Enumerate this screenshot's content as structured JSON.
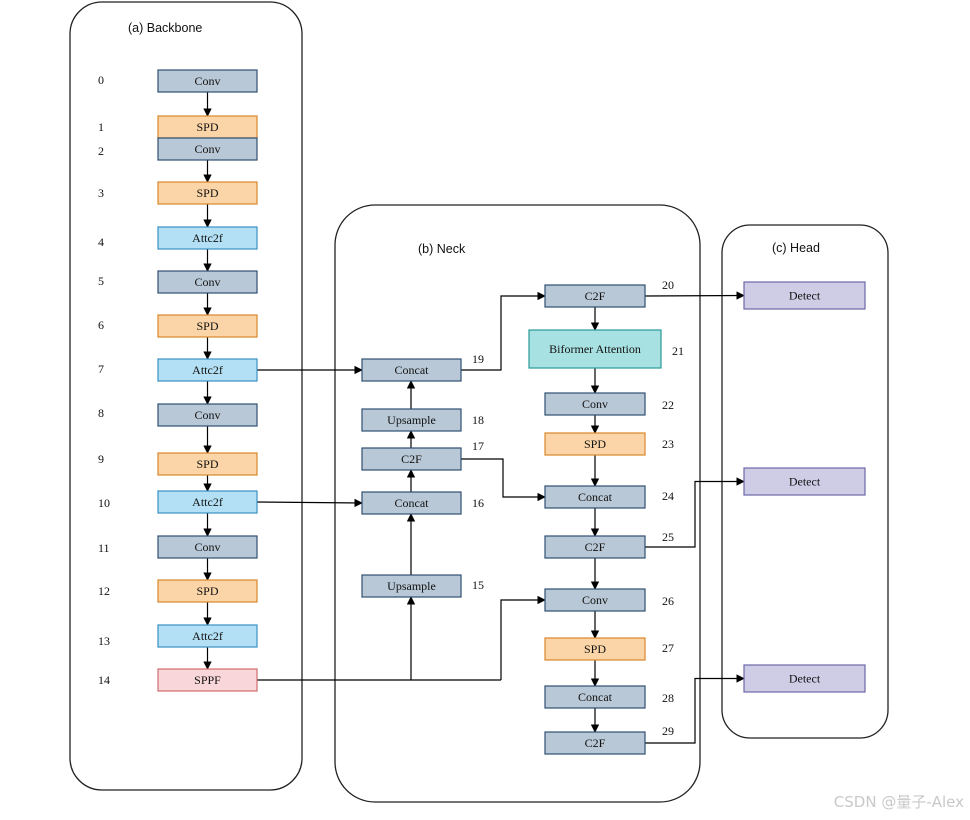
{
  "panels": {
    "backbone": "(a)  Backbone",
    "neck": "(b)  Neck",
    "head": "(c)  Head"
  },
  "colors": {
    "conv": "#b9c8d6",
    "spd": "#fbd5a7",
    "attc2f": "#b3e0f4",
    "sppf": "#f9d6d9",
    "biformer": "#a8e1e1",
    "detect": "#cfcce6",
    "stroke": "#2f4f72",
    "spd_stroke": "#d9862a",
    "attc_stroke": "#3a8fc4",
    "sppf_stroke": "#d06b6f",
    "bif_stroke": "#2a9a9a",
    "detect_stroke": "#6b68a6"
  },
  "backbone_layers": [
    {
      "index": "0",
      "label": "Conv",
      "kind": "conv"
    },
    {
      "index": "1",
      "label": "SPD",
      "kind": "spd"
    },
    {
      "index": "2",
      "label": "Conv",
      "kind": "conv"
    },
    {
      "index": "3",
      "label": "SPD",
      "kind": "spd"
    },
    {
      "index": "4",
      "label": "Attc2f",
      "kind": "attc2f"
    },
    {
      "index": "5",
      "label": "Conv",
      "kind": "conv"
    },
    {
      "index": "6",
      "label": "SPD",
      "kind": "spd"
    },
    {
      "index": "7",
      "label": "Attc2f",
      "kind": "attc2f"
    },
    {
      "index": "8",
      "label": "Conv",
      "kind": "conv"
    },
    {
      "index": "9",
      "label": "SPD",
      "kind": "spd"
    },
    {
      "index": "10",
      "label": "Attc2f",
      "kind": "attc2f"
    },
    {
      "index": "11",
      "label": "Conv",
      "kind": "conv"
    },
    {
      "index": "12",
      "label": "SPD",
      "kind": "spd"
    },
    {
      "index": "13",
      "label": "Attc2f",
      "kind": "attc2f"
    },
    {
      "index": "14",
      "label": "SPPF",
      "kind": "sppf"
    }
  ],
  "neck_layers": [
    {
      "index": "15",
      "label": "Upsample",
      "kind": "conv"
    },
    {
      "index": "16",
      "label": "Concat",
      "kind": "conv"
    },
    {
      "index": "17",
      "label": "C2F",
      "kind": "conv"
    },
    {
      "index": "18",
      "label": "Upsample",
      "kind": "conv"
    },
    {
      "index": "19",
      "label": "Concat",
      "kind": "conv"
    },
    {
      "index": "20",
      "label": "C2F",
      "kind": "conv"
    },
    {
      "index": "21",
      "label": "Biformer Attention",
      "kind": "biformer"
    },
    {
      "index": "22",
      "label": "Conv",
      "kind": "conv"
    },
    {
      "index": "23",
      "label": "SPD",
      "kind": "spd"
    },
    {
      "index": "24",
      "label": "Concat",
      "kind": "conv"
    },
    {
      "index": "25",
      "label": "C2F",
      "kind": "conv"
    },
    {
      "index": "26",
      "label": "Conv",
      "kind": "conv"
    },
    {
      "index": "27",
      "label": "SPD",
      "kind": "spd"
    },
    {
      "index": "28",
      "label": "Concat",
      "kind": "conv"
    },
    {
      "index": "29",
      "label": "C2F",
      "kind": "conv"
    }
  ],
  "head_layers": [
    {
      "label": "Detect",
      "kind": "detect"
    },
    {
      "label": "Detect",
      "kind": "detect"
    },
    {
      "label": "Detect",
      "kind": "detect"
    }
  ],
  "watermark": "CSDN @量子-Alex"
}
